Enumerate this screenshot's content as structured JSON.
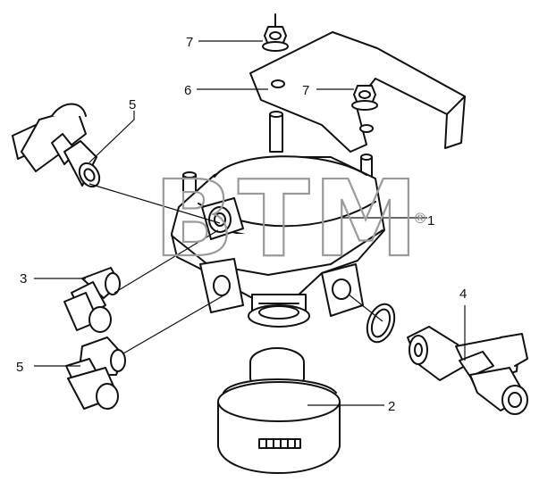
{
  "diagram": {
    "watermark": {
      "text": "BTM",
      "mark": "®"
    },
    "callouts": [
      {
        "id": "c1",
        "label": "1"
      },
      {
        "id": "c2",
        "label": "2"
      },
      {
        "id": "c3",
        "label": "3"
      },
      {
        "id": "c4",
        "label": "4"
      },
      {
        "id": "c5a",
        "label": "5"
      },
      {
        "id": "c5b",
        "label": "5"
      },
      {
        "id": "c6",
        "label": "6"
      },
      {
        "id": "c7a",
        "label": "7"
      },
      {
        "id": "c7b",
        "label": "7"
      }
    ],
    "colors": {
      "line": "#111111",
      "fill": "#ffffff",
      "watermark": "#9a9a9a"
    }
  }
}
